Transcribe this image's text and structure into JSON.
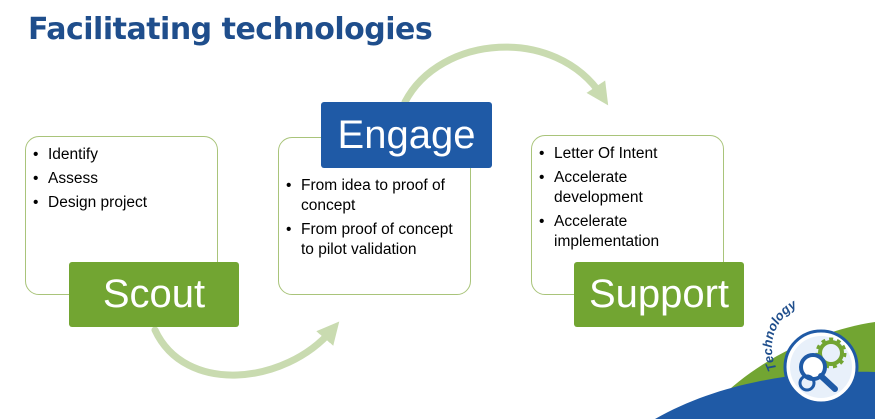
{
  "title": "Facilitating technologies",
  "stages": {
    "scout": {
      "label": "Scout",
      "items": [
        "Identify",
        "Assess",
        "Design project"
      ]
    },
    "engage": {
      "label": "Engage",
      "items": [
        "From idea to proof of concept",
        "From proof of concept to pilot validation"
      ]
    },
    "support": {
      "label": "Support",
      "items": [
        "Letter Of Intent",
        "Accelerate development",
        "Accelerate implementation"
      ]
    }
  },
  "badge": {
    "text": "Technology",
    "icon": "gear-magnifier-icon"
  },
  "colors": {
    "title": "#1f4e8c",
    "green": "#72a532",
    "blue": "#1f5aa6",
    "arrow": "#c9dbb0",
    "border": "#a9c47a"
  }
}
